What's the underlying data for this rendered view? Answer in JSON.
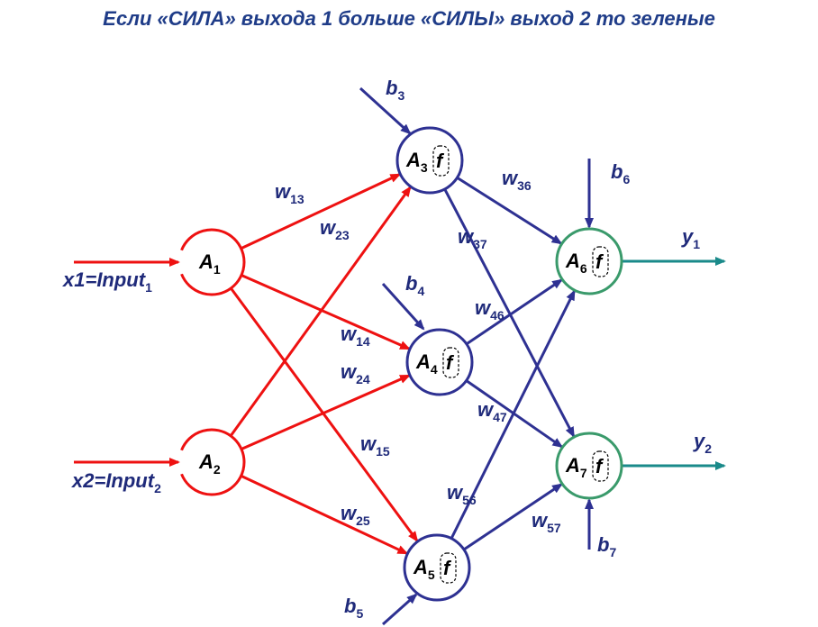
{
  "title": "Если «СИЛА» выхода 1 больше «СИЛЫ» выход 2 то зеленые",
  "colors": {
    "input_layer": "#ee1111",
    "hidden_layer": "#2e3192",
    "output_layer": "#3a9a6b",
    "output_arrow": "#1a8a8a",
    "label_text": "#1f2a7a"
  },
  "nodes": [
    {
      "id": "A1",
      "letter": "A",
      "sub": "1",
      "has_f": false
    },
    {
      "id": "A2",
      "letter": "A",
      "sub": "2",
      "has_f": false
    },
    {
      "id": "A3",
      "letter": "A",
      "sub": "3",
      "has_f": true
    },
    {
      "id": "A4",
      "letter": "A",
      "sub": "4",
      "has_f": true
    },
    {
      "id": "A5",
      "letter": "A",
      "sub": "5",
      "has_f": true
    },
    {
      "id": "A6",
      "letter": "A",
      "sub": "6",
      "has_f": true
    },
    {
      "id": "A7",
      "letter": "A",
      "sub": "7",
      "has_f": true
    }
  ],
  "function_symbol": "f",
  "inputs": [
    {
      "main": "x1=Input",
      "sub": "1"
    },
    {
      "main": "x2=Input",
      "sub": "2"
    }
  ],
  "outputs": [
    {
      "main": "y",
      "sub": "1"
    },
    {
      "main": "y",
      "sub": "2"
    }
  ],
  "biases": [
    {
      "main": "b",
      "sub": "3"
    },
    {
      "main": "b",
      "sub": "4"
    },
    {
      "main": "b",
      "sub": "5"
    },
    {
      "main": "b",
      "sub": "6"
    },
    {
      "main": "b",
      "sub": "7"
    }
  ],
  "weights": [
    {
      "main": "w",
      "sub": "13"
    },
    {
      "main": "w",
      "sub": "23"
    },
    {
      "main": "w",
      "sub": "14"
    },
    {
      "main": "w",
      "sub": "24"
    },
    {
      "main": "w",
      "sub": "15"
    },
    {
      "main": "w",
      "sub": "25"
    },
    {
      "main": "w",
      "sub": "36"
    },
    {
      "main": "w",
      "sub": "37"
    },
    {
      "main": "w",
      "sub": "46"
    },
    {
      "main": "w",
      "sub": "47"
    },
    {
      "main": "w",
      "sub": "56"
    },
    {
      "main": "w",
      "sub": "57"
    }
  ]
}
